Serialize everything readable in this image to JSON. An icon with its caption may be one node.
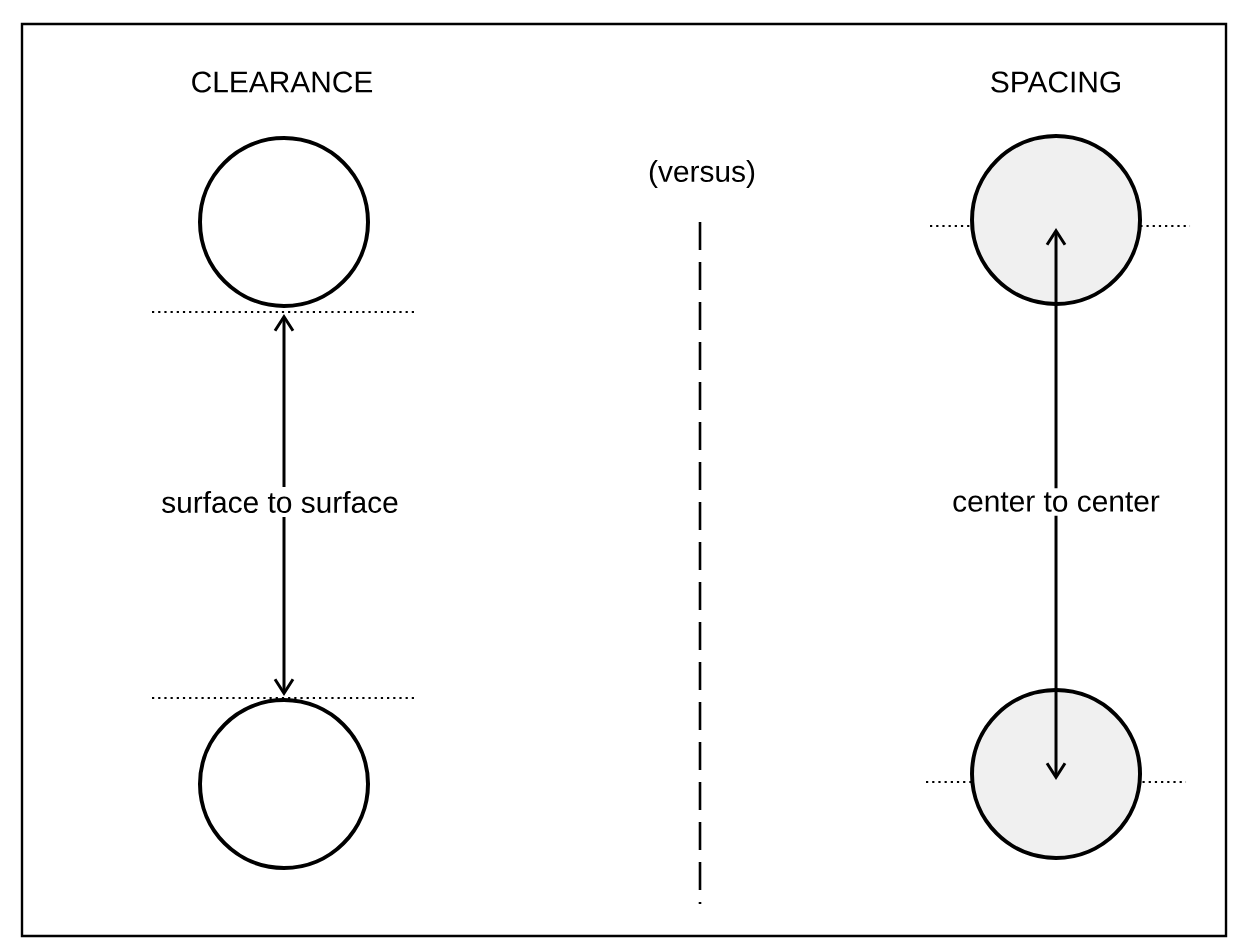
{
  "diagram": {
    "nodes": [
      {
        "text": [],
        "shape": "circle"
      },
      {
        "text": [],
        "shape": "circle"
      },
      {
        "text": [],
        "shape": "circle"
      },
      {
        "text": [],
        "shape": "circle"
      }
    ],
    "labels": [
      "CLEARANCE",
      "(versus)",
      "SPACING",
      "surface to surface",
      "center to center"
    ]
  }
}
